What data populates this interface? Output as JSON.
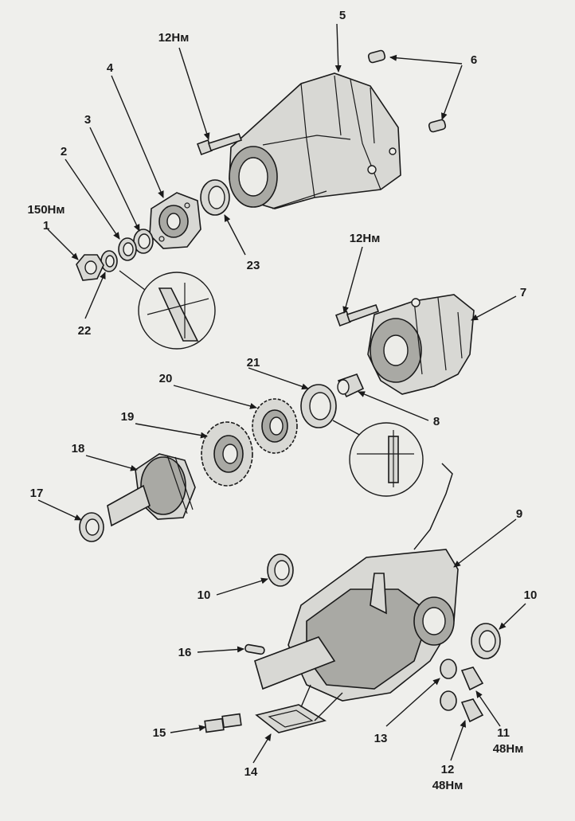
{
  "callouts": {
    "c1": "1",
    "c2": "2",
    "c3": "3",
    "c4": "4",
    "c5": "5",
    "c6": "6",
    "c7": "7",
    "c8": "8",
    "c9": "9",
    "c10a": "10",
    "c10b": "10",
    "c11": "11",
    "c12": "12",
    "c13": "13",
    "c14": "14",
    "c15": "15",
    "c16": "16",
    "c17": "17",
    "c18": "18",
    "c19": "19",
    "c20": "20",
    "c21": "21",
    "c22": "22",
    "c23": "23"
  },
  "torques": {
    "nut_1": "150Нм",
    "bolt_top": "12Нм",
    "bolt_7": "12Нм",
    "plug_11": "48Нм",
    "plug_12": "48Нм"
  },
  "colors": {
    "ink": "#1a1a1a",
    "paper": "#efefec",
    "metal": "#d8d8d4",
    "shadow": "#a9a9a4"
  }
}
